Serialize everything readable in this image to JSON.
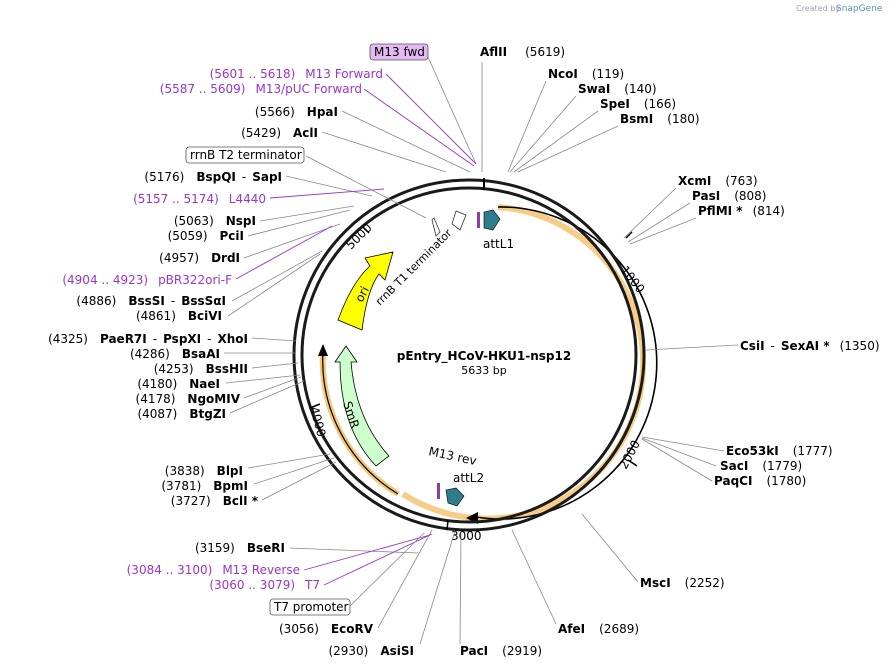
{
  "credit": {
    "prefix": "Created by",
    "brand": "SnapGene"
  },
  "plasmid": {
    "name": "pEntry_HCoV-HKU1-nsp12",
    "size_label": "5633 bp"
  },
  "tick_labels": [
    "1000",
    "2000",
    "3000",
    "4000",
    "5000"
  ],
  "features": {
    "attL1": "attL1",
    "attL2": "attL2",
    "m13rev": "M13 rev",
    "rrnb_inner": "rrnB T1 terminator",
    "ori": "ori",
    "smr": "SmR"
  },
  "boxed": {
    "m13fwd": "M13 fwd",
    "rrnb_t2": "rrnB T2 terminator",
    "t7prom": "T7 promoter"
  },
  "sites": {
    "afl2": {
      "name": "AflII",
      "pos": "(5619)"
    },
    "nco1": {
      "name": "NcoI",
      "pos": "(119)"
    },
    "swa1": {
      "name": "SwaI",
      "pos": "(140)"
    },
    "spe1": {
      "name": "SpeI",
      "pos": "(166)"
    },
    "bsm1": {
      "name": "BsmI",
      "pos": "(180)"
    },
    "xcm1": {
      "name": "XcmI",
      "pos": "(763)"
    },
    "pas1": {
      "name": "PasI",
      "pos": "(808)"
    },
    "pflm1": {
      "name": "PflMI *",
      "pos": "(814)"
    },
    "csi1": {
      "name": "CsiI",
      "sep": "-",
      "name2": "SexAI *",
      "pos": "(1350)"
    },
    "eco53k1": {
      "name": "Eco53kI",
      "pos": "(1777)"
    },
    "sac1": {
      "name": "SacI",
      "pos": "(1779)"
    },
    "paqc1": {
      "name": "PaqCI",
      "pos": "(1780)"
    },
    "msc1": {
      "name": "MscI",
      "pos": "(2252)"
    },
    "afe1": {
      "name": "AfeI",
      "pos": "(2689)"
    },
    "pac1": {
      "name": "PacI",
      "pos": "(2919)"
    },
    "asis1": {
      "name": "AsiSI",
      "pos": "(2930)"
    },
    "ecorv": {
      "name": "EcoRV",
      "pos": "(3056)"
    },
    "bser1": {
      "name": "BseRI",
      "pos": "(3159)"
    },
    "bcl1": {
      "name": "BclI *",
      "pos": "(3727)"
    },
    "bpm1": {
      "name": "BpmI",
      "pos": "(3781)"
    },
    "blp1": {
      "name": "BlpI",
      "pos": "(3838)"
    },
    "btgz1": {
      "name": "BtgZI",
      "pos": "(4087)"
    },
    "ngomiv": {
      "name": "NgoMIV",
      "pos": "(4178)"
    },
    "nae1": {
      "name": "NaeI",
      "pos": "(4180)"
    },
    "bsshii": {
      "name": "BssHII",
      "pos": "(4253)"
    },
    "bsaa1": {
      "name": "BsaAI",
      "pos": "(4286)"
    },
    "paer7i": {
      "name": "PaeR7I",
      "sep1": "-",
      "name2": "PspXI",
      "sep2": "-",
      "name3": "XhoI",
      "pos": "(4325)"
    },
    "bcivi": {
      "name": "BciVI",
      "pos": "(4861)"
    },
    "bsssi": {
      "name": "BssSI",
      "sep": "-",
      "name2": "BssSαI",
      "pos": "(4886)"
    },
    "drd1": {
      "name": "DrdI",
      "pos": "(4957)"
    },
    "pci1": {
      "name": "PciI",
      "pos": "(5059)"
    },
    "nsp1": {
      "name": "NspI",
      "pos": "(5063)"
    },
    "bspq1": {
      "name": "BspQI",
      "sep": "-",
      "name2": "SapI",
      "pos": "(5176)"
    },
    "aci1": {
      "name": "AclI",
      "pos": "(5429)"
    },
    "hpa1": {
      "name": "HpaI",
      "pos": "(5566)"
    }
  },
  "primers": {
    "m13forward": {
      "range": "(5601 .. 5618)",
      "name": "M13 Forward"
    },
    "m13puc": {
      "range": "(5587 .. 5609)",
      "name": "M13/pUC Forward"
    },
    "l4440": {
      "range": "(5157 .. 5174)",
      "name": "L4440"
    },
    "pbr322": {
      "range": "(4904 .. 4923)",
      "name": "pBR322ori-F"
    },
    "m13reverse": {
      "range": "(3084 .. 3100)",
      "name": "M13 Reverse"
    },
    "t7": {
      "range": "(3060 .. 3079)",
      "name": "T7"
    }
  },
  "colors": {
    "backbone": "#1a1a1a",
    "orf_glow": "#f5c77a",
    "ori": "#ffff00",
    "smr": "#ccffcc",
    "att": "#2e7c8c",
    "primer": "#9a35c8",
    "m13fwd_fill": "#e3b8f5"
  }
}
